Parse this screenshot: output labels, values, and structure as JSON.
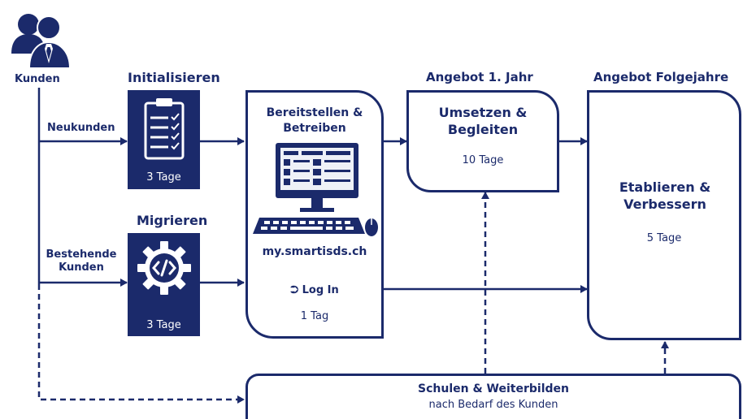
{
  "customers": {
    "label": "Kunden"
  },
  "branches": {
    "new": "Neukunden",
    "existing": "Bestehende Kunden"
  },
  "initialize": {
    "title": "Initialisieren",
    "days": "3 Tage"
  },
  "migrate": {
    "title": "Migrieren",
    "days": "3 Tage"
  },
  "provide": {
    "title": "Bereitstellen & Betreiben",
    "url": "my.smartisds.ch",
    "login": "Log In",
    "days": "1 Tag"
  },
  "year1": {
    "header": "Angebot 1. Jahr",
    "title": "Umsetzen & Begleiten",
    "days": "10 Tage"
  },
  "following": {
    "header": "Angebot Folgejahre",
    "title": "Etablieren & Verbessern",
    "days": "5 Tage"
  },
  "training": {
    "title": "Schulen & Weiterbilden",
    "subtitle": "nach Bedarf des Kunden"
  },
  "colors": {
    "navy": "#1b2a6b"
  }
}
